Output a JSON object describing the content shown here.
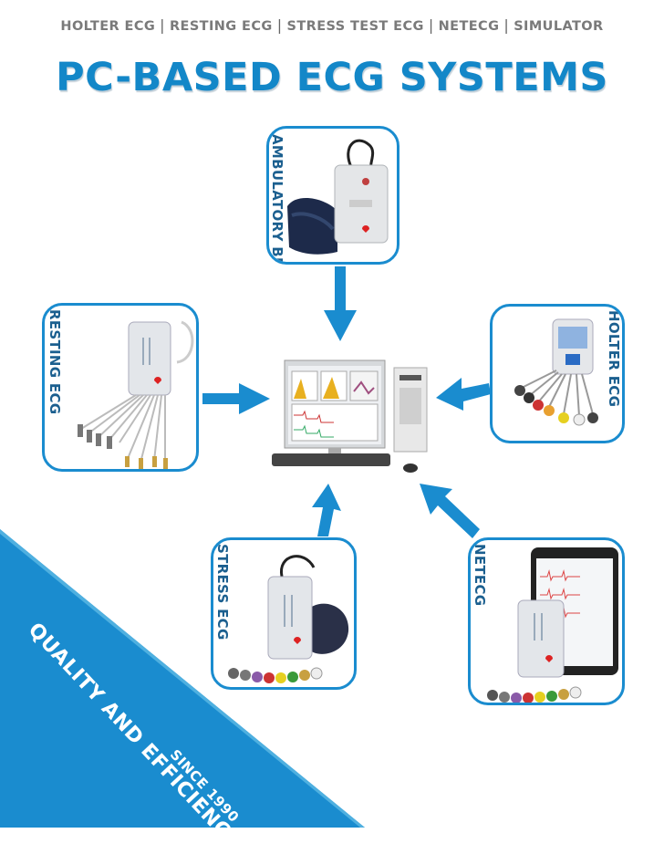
{
  "nav": {
    "items": [
      "HOLTER ECG",
      "RESTING ECG",
      "STRESS TEST ECG",
      "NETECG",
      "SIMULATOR"
    ],
    "separator": "|"
  },
  "title": "PC-BASED ECG SYSTEMS",
  "cards": {
    "ambulatory": "AMBULATORY BP",
    "resting": "RESTING ECG",
    "holter": "HOLTER ECG",
    "stress": "STRESS ECG",
    "netecg": "NETECG"
  },
  "slogan": {
    "line1": "QUALITY AND EFFICIENCY",
    "line2": "SINCE 1990"
  },
  "colors": {
    "accent": "#1387c8",
    "nav_text": "#7a7a7a",
    "label_text": "#1b5f8f",
    "banner": "#1a8ccf"
  }
}
